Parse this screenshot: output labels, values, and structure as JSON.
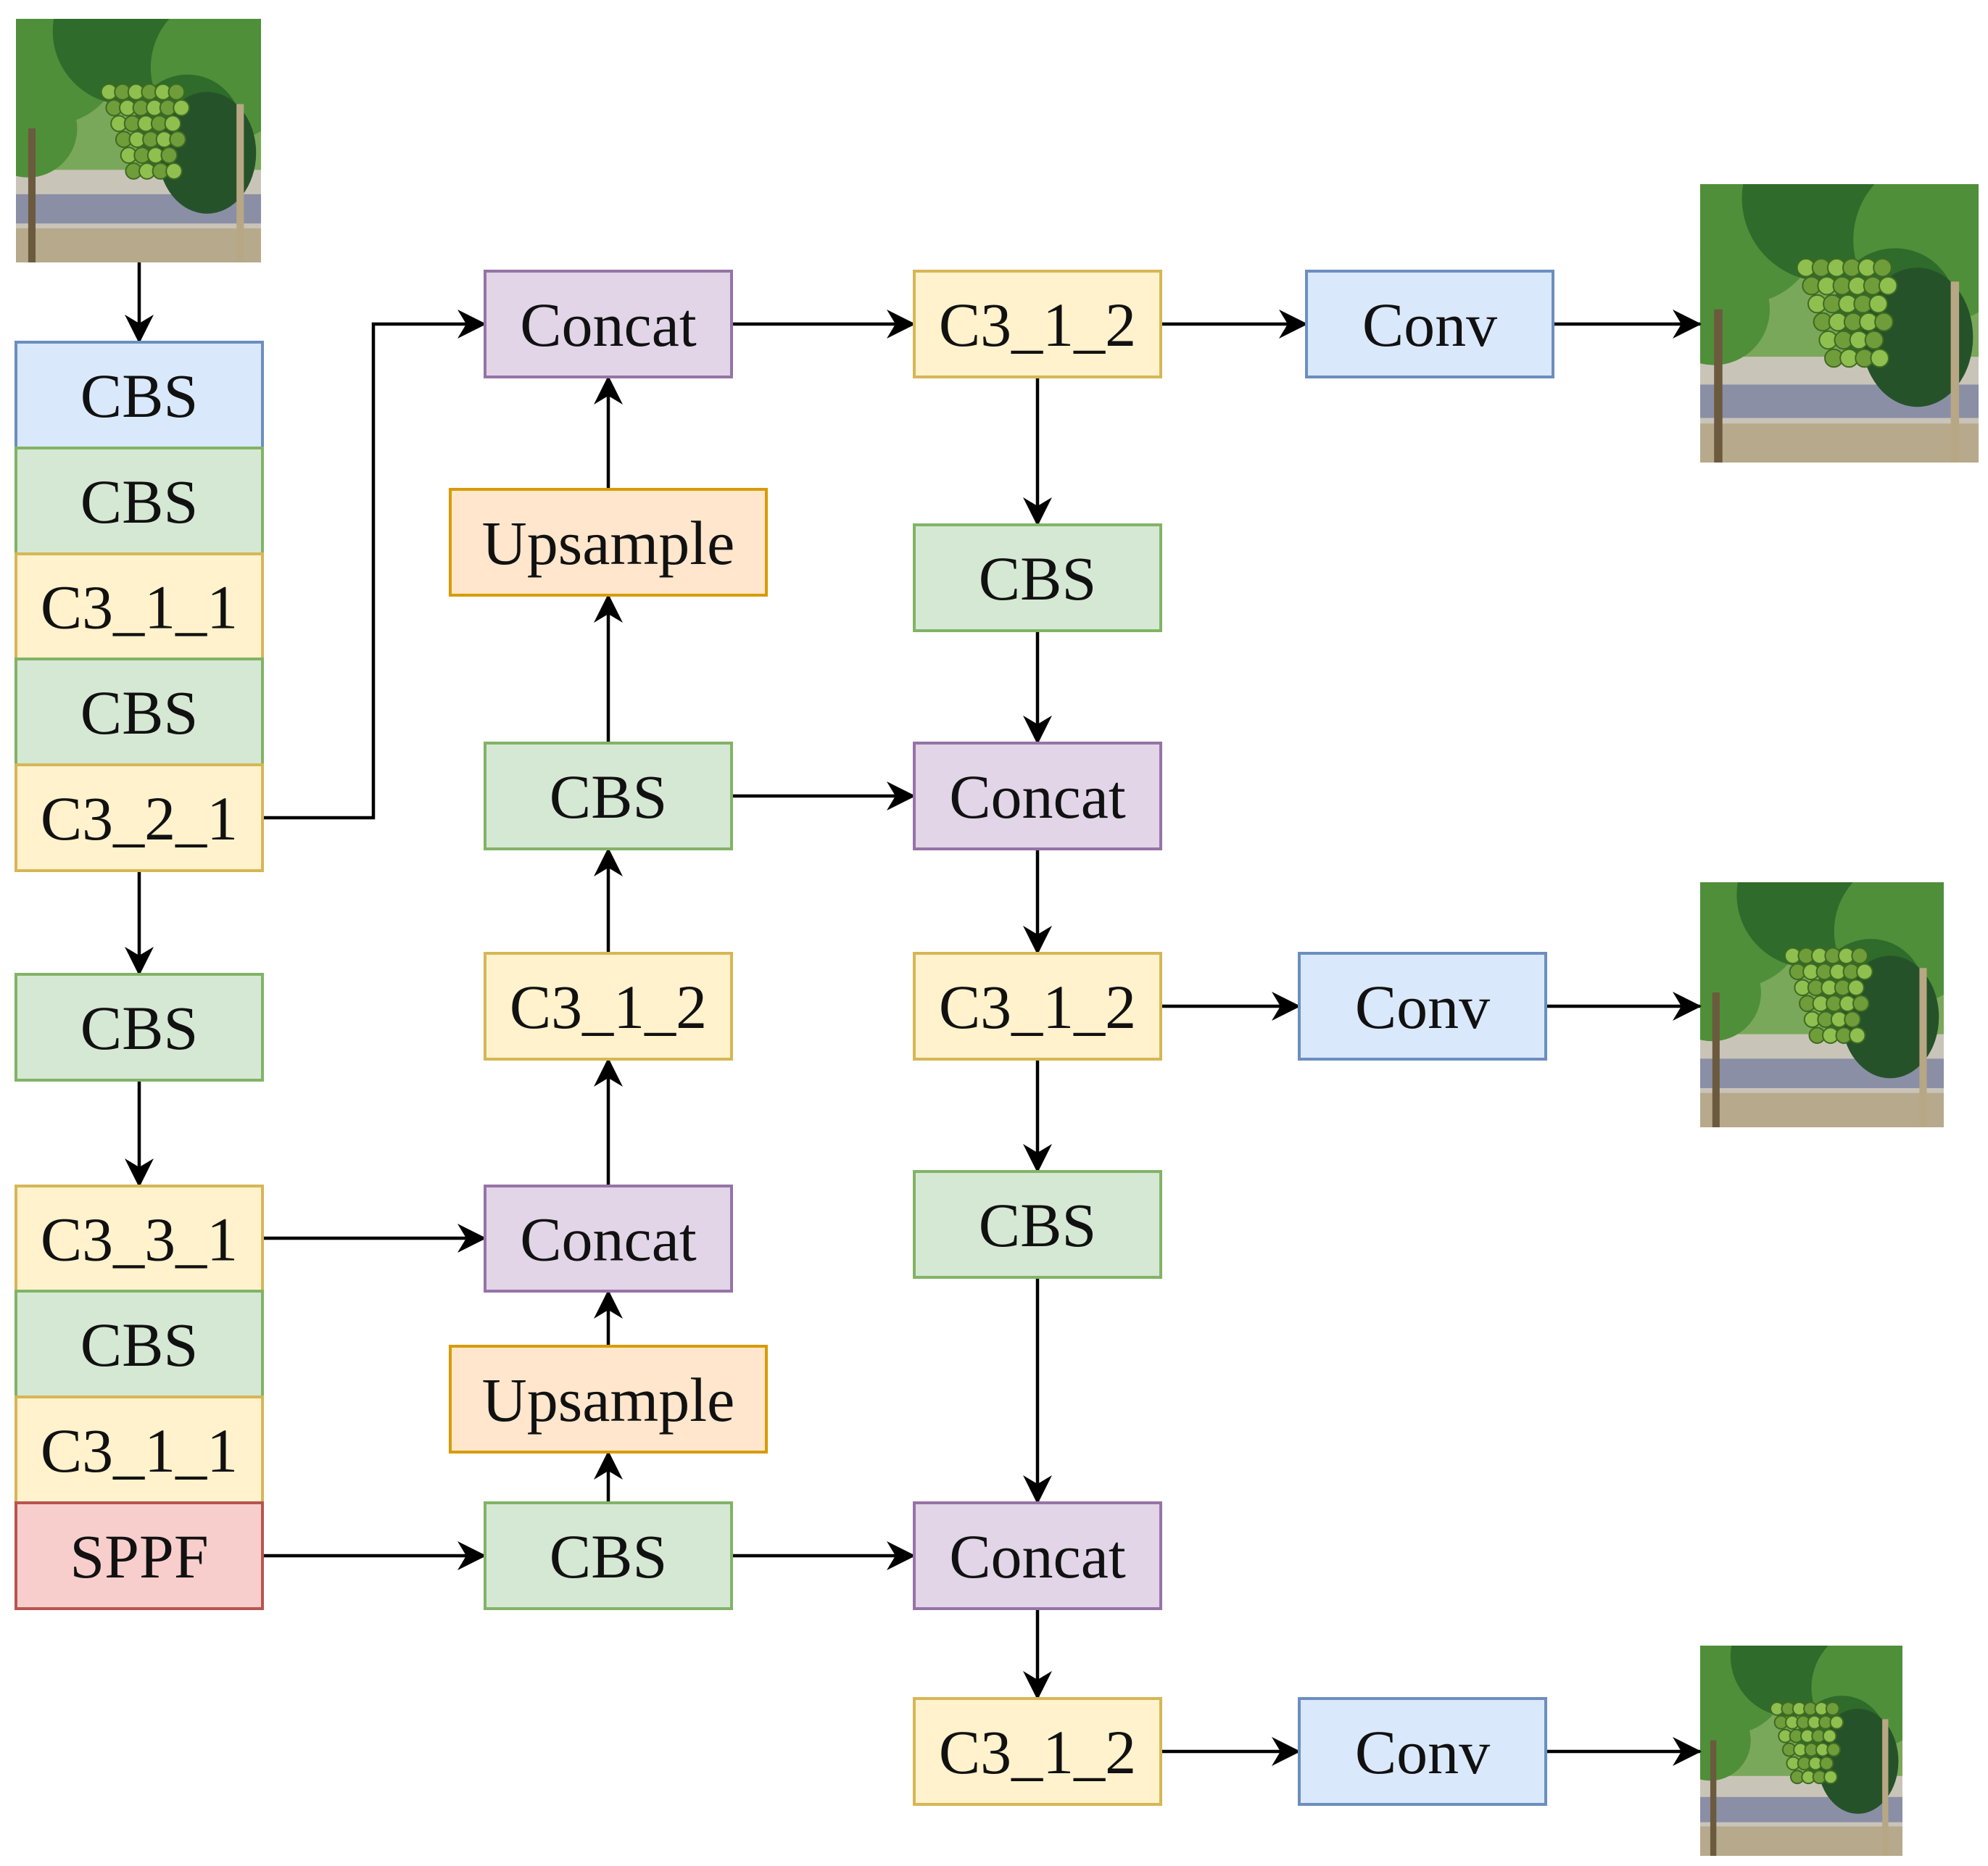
{
  "colors": {
    "blue": {
      "fill": "#dae8fc",
      "stroke": "#6c8ebf"
    },
    "green": {
      "fill": "#d5e8d4",
      "stroke": "#82b366"
    },
    "yellow": {
      "fill": "#fff2cc",
      "stroke": "#d6b656"
    },
    "orange": {
      "fill": "#ffe6cc",
      "stroke": "#d79b00"
    },
    "purple": {
      "fill": "#e1d5e7",
      "stroke": "#9673a6"
    },
    "red": {
      "fill": "#f8cecc",
      "stroke": "#b85450"
    },
    "edge": "#000000"
  },
  "images": [
    {
      "id": "input-image",
      "label": "input grape photo"
    },
    {
      "id": "output-image-1",
      "label": "output grape photo 1"
    },
    {
      "id": "output-image-2",
      "label": "output grape photo 2"
    },
    {
      "id": "output-image-3",
      "label": "output grape photo 3"
    }
  ],
  "backbone": [
    {
      "id": "b1",
      "label": "CBS",
      "color": "blue"
    },
    {
      "id": "b2",
      "label": "CBS",
      "color": "green"
    },
    {
      "id": "b3",
      "label": "C3_1_1",
      "color": "yellow"
    },
    {
      "id": "b4",
      "label": "CBS",
      "color": "green"
    },
    {
      "id": "b5",
      "label": "C3_2_1",
      "color": "yellow"
    },
    {
      "id": "b6",
      "label": "CBS",
      "color": "green"
    },
    {
      "id": "b7",
      "label": "C3_3_1",
      "color": "yellow"
    },
    {
      "id": "b8",
      "label": "CBS",
      "color": "green"
    },
    {
      "id": "b9",
      "label": "C3_1_1",
      "color": "yellow"
    },
    {
      "id": "b10",
      "label": "SPPF",
      "color": "red"
    }
  ],
  "neck": [
    {
      "id": "n1",
      "label": "Concat",
      "color": "purple"
    },
    {
      "id": "n2",
      "label": "Upsample",
      "color": "orange"
    },
    {
      "id": "n3",
      "label": "CBS",
      "color": "green"
    },
    {
      "id": "n4",
      "label": "C3_1_2",
      "color": "yellow"
    },
    {
      "id": "n5",
      "label": "Concat",
      "color": "purple"
    },
    {
      "id": "n6",
      "label": "Upsample",
      "color": "orange"
    },
    {
      "id": "n7",
      "label": "CBS",
      "color": "green"
    }
  ],
  "head": [
    {
      "id": "h1",
      "label": "C3_1_2",
      "color": "yellow"
    },
    {
      "id": "h2",
      "label": "CBS",
      "color": "green"
    },
    {
      "id": "h3",
      "label": "Concat",
      "color": "purple"
    },
    {
      "id": "h4",
      "label": "C3_1_2",
      "color": "yellow"
    },
    {
      "id": "h5",
      "label": "CBS",
      "color": "green"
    },
    {
      "id": "h6",
      "label": "Concat",
      "color": "purple"
    },
    {
      "id": "h7",
      "label": "C3_1_2",
      "color": "yellow"
    }
  ],
  "outputs": [
    {
      "id": "o1",
      "label": "Conv",
      "color": "blue"
    },
    {
      "id": "o2",
      "label": "Conv",
      "color": "blue"
    },
    {
      "id": "o3",
      "label": "Conv",
      "color": "blue"
    }
  ],
  "edges": [
    [
      "input-image",
      "b1"
    ],
    [
      "b5",
      "b6"
    ],
    [
      "b6",
      "b7"
    ],
    [
      "b5",
      "n1"
    ],
    [
      "b7",
      "n5"
    ],
    [
      "b10",
      "n7"
    ],
    [
      "n7",
      "n6"
    ],
    [
      "n6",
      "n5"
    ],
    [
      "n5",
      "n4"
    ],
    [
      "n4",
      "n3"
    ],
    [
      "n3",
      "n2"
    ],
    [
      "n2",
      "n1"
    ],
    [
      "n1",
      "h1"
    ],
    [
      "h1",
      "h2"
    ],
    [
      "h2",
      "h3"
    ],
    [
      "n3",
      "h3"
    ],
    [
      "h3",
      "h4"
    ],
    [
      "h4",
      "h5"
    ],
    [
      "h5",
      "h6"
    ],
    [
      "n7",
      "h6"
    ],
    [
      "h6",
      "h7"
    ],
    [
      "h1",
      "o1"
    ],
    [
      "h4",
      "o2"
    ],
    [
      "h7",
      "o3"
    ],
    [
      "o1",
      "output-image-1"
    ],
    [
      "o2",
      "output-image-2"
    ],
    [
      "o3",
      "output-image-3"
    ]
  ]
}
